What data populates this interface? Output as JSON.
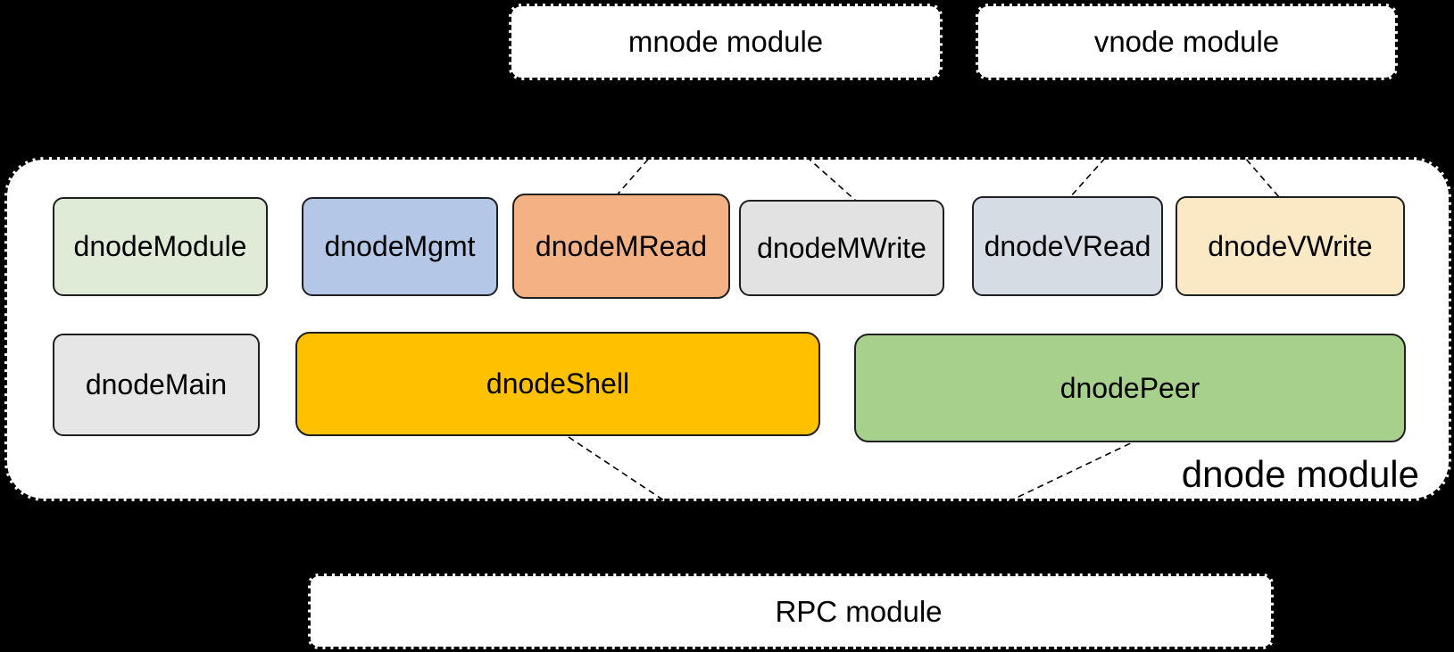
{
  "modules": {
    "mnode": {
      "label": "mnode module",
      "fill": "#ffffff"
    },
    "vnode": {
      "label": "vnode module",
      "fill": "#ffffff"
    },
    "dnode": {
      "label": "dnode module",
      "fill": "#ffffff"
    },
    "rpc": {
      "label": "RPC module",
      "fill": "#ffffff"
    }
  },
  "dnode_components": {
    "row1": [
      {
        "label": "dnodeModule",
        "fill": "#dfead7"
      },
      {
        "label": "dnodeMgmt",
        "fill": "#b4c7e7"
      },
      {
        "label": "dnodeMRead",
        "fill": "#f4b183"
      },
      {
        "label": "dnodeMWrite",
        "fill": "#e3e2e2"
      },
      {
        "label": "dnodeVRead",
        "fill": "#d6dce4"
      },
      {
        "label": "dnodeVWrite",
        "fill": "#fbe8c5"
      }
    ],
    "row2": [
      {
        "label": "dnodeMain",
        "fill": "#e7e6e6"
      },
      {
        "label": "dnodeShell",
        "fill": "#ffc000"
      },
      {
        "label": "dnodePeer",
        "fill": "#a8d08d"
      }
    ]
  },
  "edges": [
    {
      "from": "mnode module",
      "to": "dnodeMRead"
    },
    {
      "from": "mnode module",
      "to": "dnodeMWrite"
    },
    {
      "from": "vnode module",
      "to": "dnodeVRead"
    },
    {
      "from": "vnode module",
      "to": "dnodeVWrite"
    },
    {
      "from": "dnodeShell",
      "to": "RPC module"
    },
    {
      "from": "dnodePeer",
      "to": "RPC module"
    }
  ],
  "colors": {
    "background": "#000000",
    "box_border": "#1f1f1f",
    "dashed_border": "#000000",
    "text": "#000000"
  }
}
